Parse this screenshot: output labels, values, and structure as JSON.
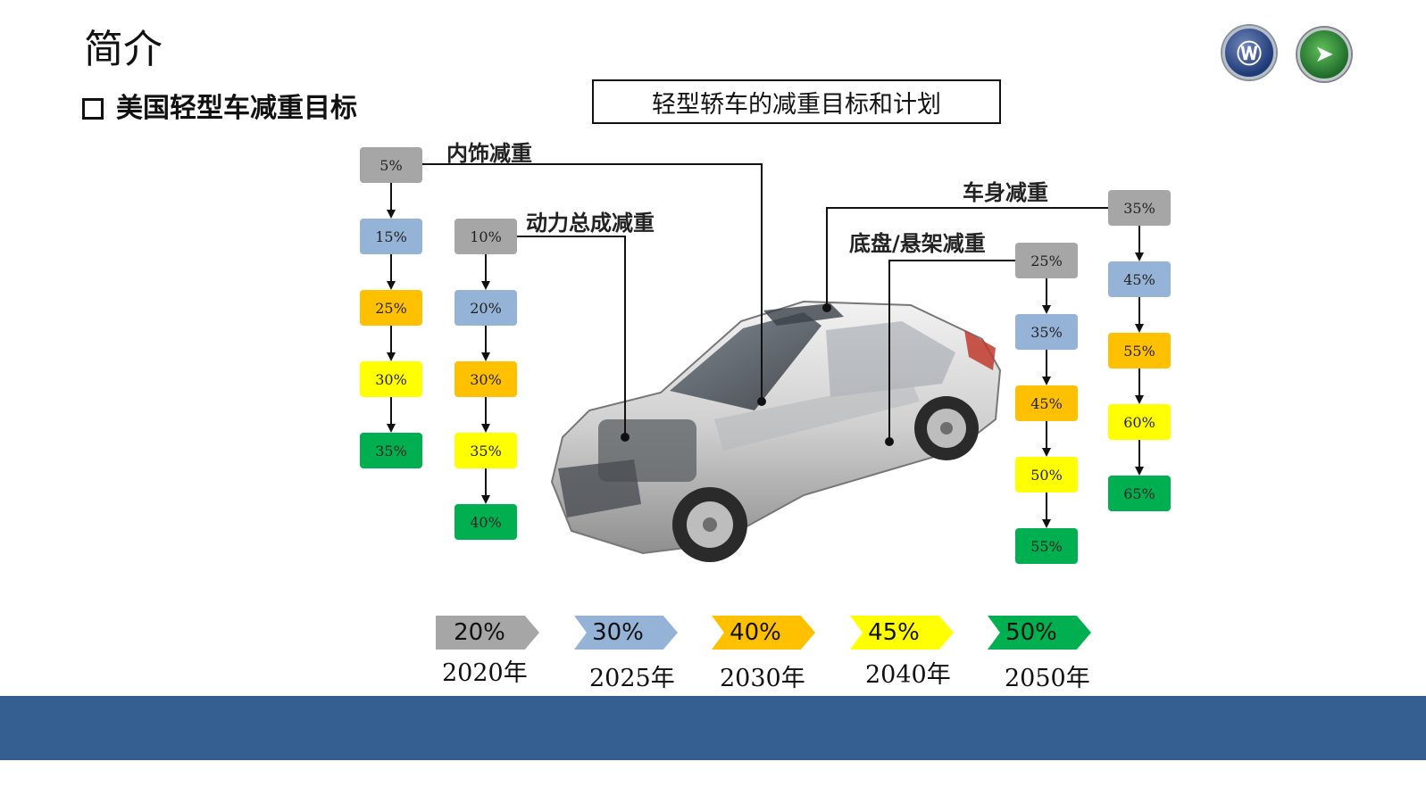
{
  "title": "简介",
  "subtitle": "美国轻型车减重目标",
  "plan_title": "轻型轿车的减重目标和计划",
  "colors": {
    "gray": "#a6a6a6",
    "blue": "#95b3d7",
    "orange": "#ffc000",
    "yellow": "#ffff00",
    "green": "#00b050",
    "footer": "#355f91"
  },
  "categories": [
    {
      "label": "内饰减重",
      "values": [
        "5%",
        "15%",
        "25%",
        "30%",
        "35%"
      ]
    },
    {
      "label": "动力总成减重",
      "values": [
        "10%",
        "20%",
        "30%",
        "35%",
        "40%"
      ]
    },
    {
      "label": "底盘/悬架减重",
      "values": [
        "25%",
        "35%",
        "45%",
        "50%",
        "55%"
      ]
    },
    {
      "label": "车身减重",
      "values": [
        "35%",
        "45%",
        "55%",
        "60%",
        "65%"
      ]
    }
  ],
  "timeline": [
    {
      "value": "20%",
      "year": "2020年",
      "color": "gray"
    },
    {
      "value": "30%",
      "year": "2025年",
      "color": "blue"
    },
    {
      "value": "40%",
      "year": "2030年",
      "color": "orange"
    },
    {
      "value": "45%",
      "year": "2040年",
      "color": "yellow"
    },
    {
      "value": "50%",
      "year": "2050年",
      "color": "green"
    }
  ]
}
